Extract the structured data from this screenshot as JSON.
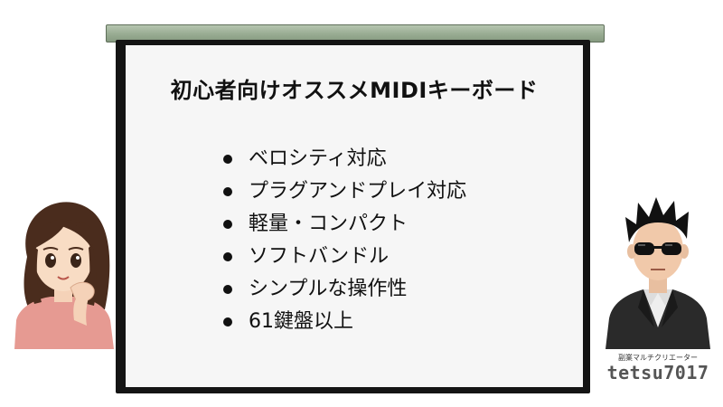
{
  "slide": {
    "title": "初心者向けオススメMIDIキーボード",
    "features": [
      "ベロシティ対応",
      "プラグアンドプレイ対応",
      "軽量・コンパクト",
      "ソフトバンドル",
      "シンプルな操作性",
      "61鍵盤以上"
    ]
  },
  "creator": {
    "caption": "副業マルチクリエーター",
    "name": "tetsu7017"
  },
  "colors": {
    "screen_roller": "#98ab92",
    "screen_frame": "#141414",
    "screen_surface": "#f6f6f6",
    "text": "#111111"
  },
  "icons": {
    "left_character": "girl-avatar",
    "right_character": "sunglasses-man-avatar"
  }
}
